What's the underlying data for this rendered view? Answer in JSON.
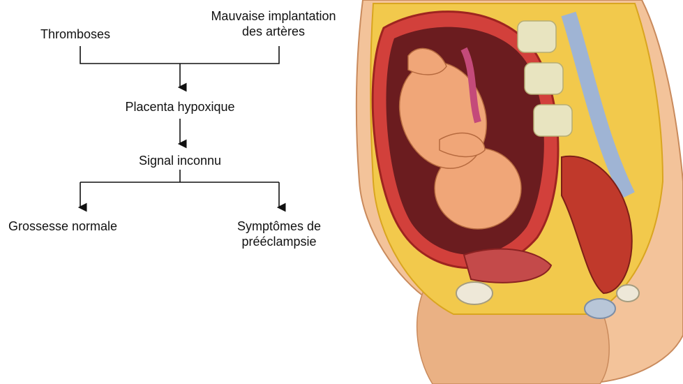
{
  "flowchart": {
    "nodes": {
      "thromboses": "Thromboses",
      "mauvaise_line1": "Mauvaise implantation",
      "mauvaise_line2": "des artères",
      "placenta": "Placenta hypoxique",
      "signal": "Signal inconnu",
      "grossesse": "Grossesse normale",
      "symptomes_line1": "Symptômes de",
      "symptomes_line2": "prééclampsie"
    }
  },
  "illustration": {
    "subject": "Coupe sagittale d'une femme enceinte avec fœtus"
  }
}
